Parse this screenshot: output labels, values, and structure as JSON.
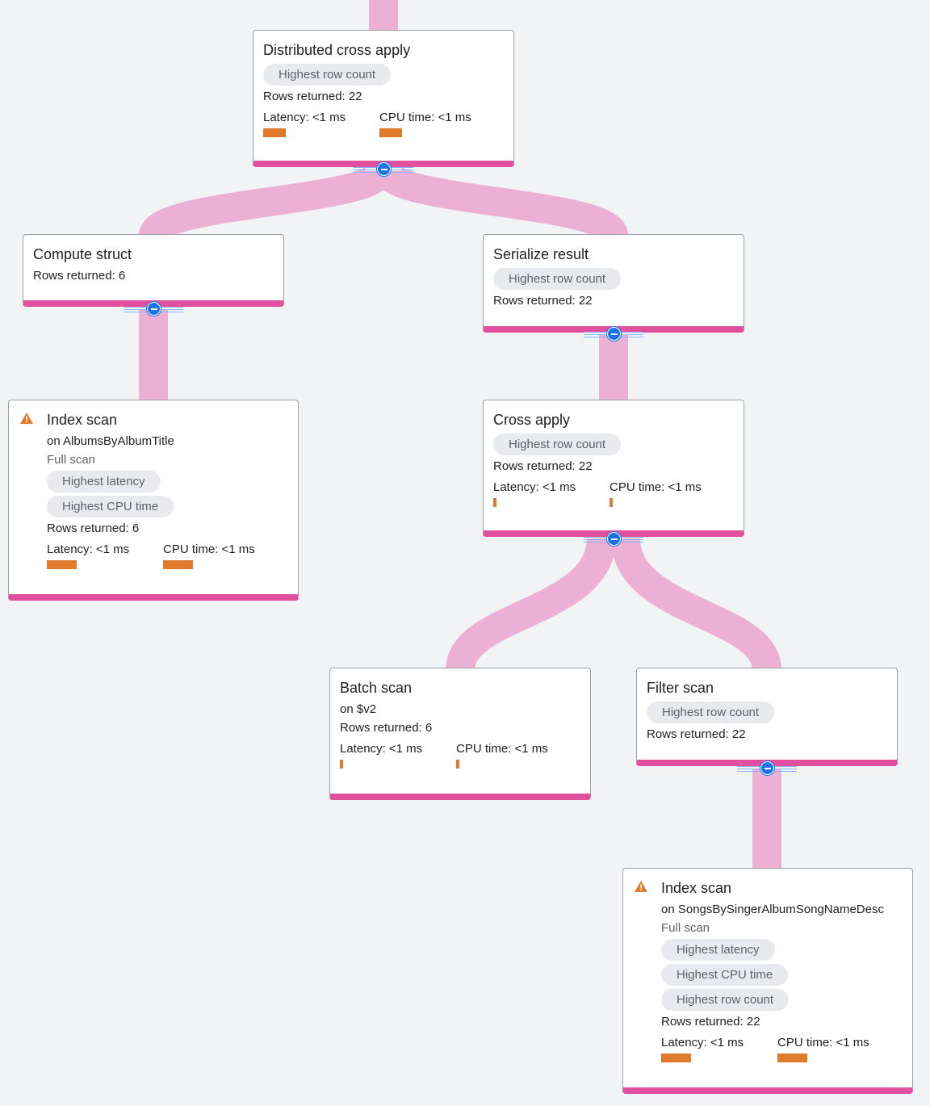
{
  "nodes": {
    "distributed_cross_apply": {
      "title": "Distributed cross apply",
      "chips": [
        "Highest row count"
      ],
      "rows": "Rows returned: 22",
      "latency": "Latency: <1 ms",
      "cpu": "CPU time: <1 ms"
    },
    "compute_struct": {
      "title": "Compute struct",
      "rows": "Rows returned: 6"
    },
    "serialize_result": {
      "title": "Serialize result",
      "chips": [
        "Highest row count"
      ],
      "rows": "Rows returned: 22"
    },
    "index_scan_1": {
      "title": "Index scan",
      "on": "on AlbumsByAlbumTitle",
      "scan": "Full scan",
      "chips": [
        "Highest latency",
        "Highest CPU time"
      ],
      "rows": "Rows returned: 6",
      "latency": "Latency: <1 ms",
      "cpu": "CPU time: <1 ms"
    },
    "cross_apply": {
      "title": "Cross apply",
      "chips": [
        "Highest row count"
      ],
      "rows": "Rows returned: 22",
      "latency": "Latency: <1 ms",
      "cpu": "CPU time: <1 ms"
    },
    "batch_scan": {
      "title": "Batch scan",
      "on": "on $v2",
      "rows": "Rows returned: 6",
      "latency": "Latency: <1 ms",
      "cpu": "CPU time: <1 ms"
    },
    "filter_scan": {
      "title": "Filter scan",
      "chips": [
        "Highest row count"
      ],
      "rows": "Rows returned: 22"
    },
    "index_scan_2": {
      "title": "Index scan",
      "on": "on SongsBySingerAlbumSongNameDesc",
      "scan": "Full scan",
      "chips": [
        "Highest latency",
        "Highest CPU time",
        "Highest row count"
      ],
      "rows": "Rows returned: 22",
      "latency": "Latency: <1 ms",
      "cpu": "CPU time: <1 ms"
    }
  },
  "colors": {
    "edge": "#ecb0d4",
    "node_accent": "#e0509f",
    "bar": "#e07a2c",
    "warning": "#e07a2c",
    "toggle": "#1a73e8"
  },
  "icons": {
    "warning": "warning-triangle-icon",
    "collapse": "collapse-minus-icon"
  }
}
